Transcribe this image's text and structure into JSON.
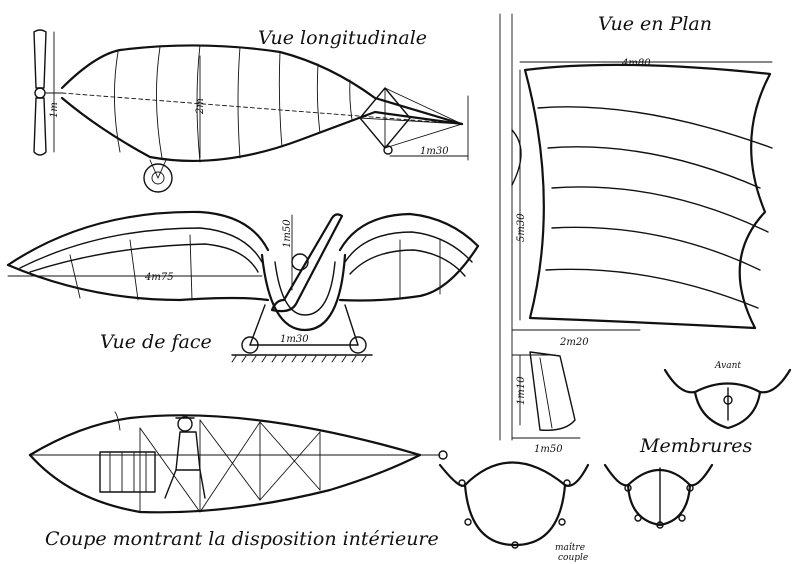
{
  "titles": {
    "longitudinal": "Vue longitudinale",
    "plan": "Vue en Plan",
    "face": "Vue de face",
    "coupe": "Coupe montrant la disposition intérieure",
    "membrures": "Membrures",
    "avant": "Avant",
    "maitre": "maître",
    "couple": "couple"
  },
  "dimensions": {
    "long_height": "2m",
    "long_length": "1m30",
    "plan_span": "4m80",
    "plan_width": "5m30",
    "plan_tail_width": "2m20",
    "plan_tail_length": "1m50",
    "plan_tail_height": "1m10",
    "face_span": "4m75",
    "face_gear": "1m30",
    "face_prop": "1m50"
  }
}
